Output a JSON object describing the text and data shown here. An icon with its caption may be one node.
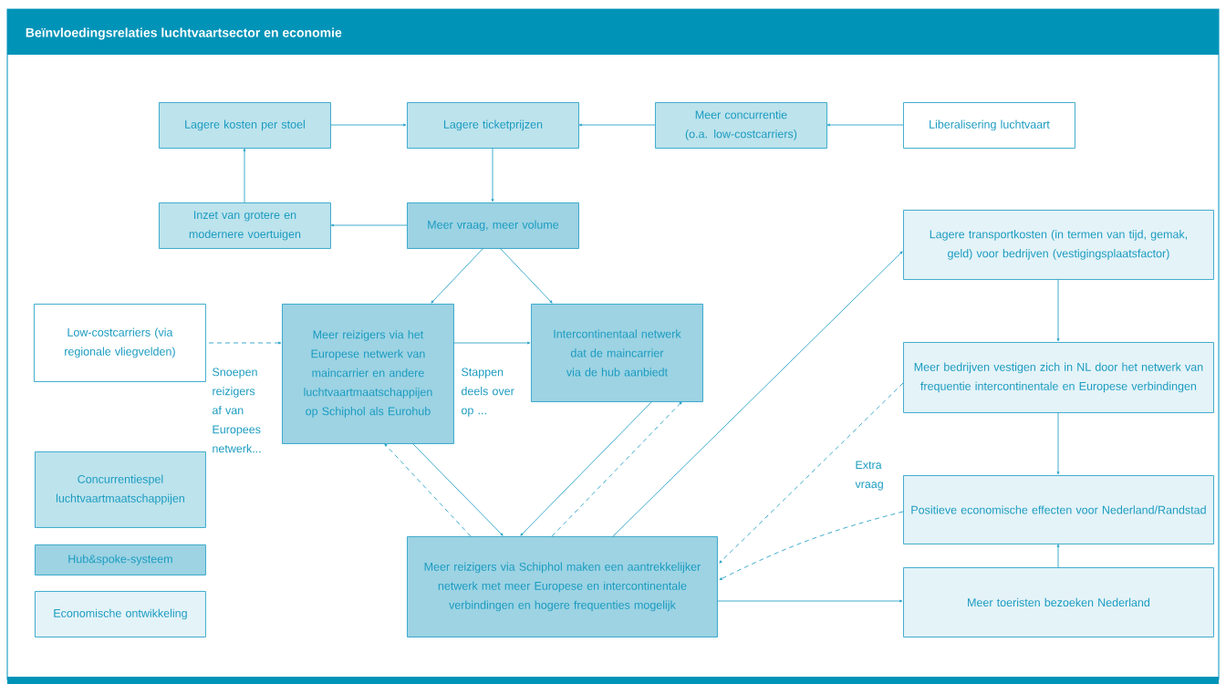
{
  "diagram": {
    "title": "Beïnvloedingsrelaties luchtvaartsector en economie",
    "nodes": [
      {
        "text": [
          "Lagere kosten per stoel"
        ]
      },
      {
        "text": [
          "Lagere ticketprijzen"
        ]
      },
      {
        "text": [
          "Meer concurrentie (o.a. low-costcarriers)"
        ]
      },
      {
        "text": [
          "Liberalisering luchtvaart"
        ]
      },
      {
        "text": [
          "Inzet van grotere en modernere voertuigen"
        ]
      },
      {
        "text": [
          "Meer vraag, meer volume"
        ]
      },
      {
        "text": [
          "Low-costcarriers (via regionale vliegvelden)"
        ]
      },
      {
        "text": [
          "Meer reizigers via het Europese netwerk van maincarrier en andere luchtvaartmaatschappijen op Schiphol als Eurohub"
        ]
      },
      {
        "text": [
          "Intercontinentaal netwerk dat de maincarrier via de hub aanbiedt"
        ]
      },
      {
        "text": [
          "Lagere transportkosten (in termen van tijd, gemak, geld) voor bedrijven (vestigingsplaatsfactor)"
        ]
      },
      {
        "text": [
          "Meer bedrijven vestigen zich in NL door het netwerk van frequentie intercontinentale en Europese verbindingen"
        ]
      },
      {
        "text": [
          "Positieve economische effecten voor Nederland/Randstad"
        ]
      },
      {
        "text": [
          "Meer reizigers via Schiphol maken een aantrekkelijker netwerk met meer Europese en intercontinentale verbindingen en hogere frequenties mogelijk"
        ]
      },
      {
        "text": [
          "Meer toeristen bezoeken Nederland"
        ]
      }
    ],
    "edges": [
      {
        "from": 3,
        "to": 2,
        "arrow": "to"
      },
      {
        "from": 2,
        "to": 1,
        "arrow": "to"
      },
      {
        "from": 0,
        "to": 1,
        "arrow": "to"
      },
      {
        "from": 1,
        "to": 5,
        "arrow": "to"
      },
      {
        "from": 5,
        "to": 4,
        "arrow": "to"
      },
      {
        "from": 4,
        "to": 0,
        "arrow": "to"
      },
      {
        "from": 5,
        "to": 7,
        "arrow": "to"
      },
      {
        "from": 5,
        "to": 8,
        "arrow": "to"
      },
      {
        "from": 6,
        "to": 7,
        "arrow": "to",
        "style": "dashed",
        "label": "Snoepen reizigers af van Europees netwerk..."
      },
      {
        "from": 7,
        "to": 8,
        "arrow": "to",
        "label": "Stappen deels over op ..."
      },
      {
        "from": 7,
        "to": 12,
        "arrow": "to"
      },
      {
        "from": 12,
        "to": 7,
        "arrow": "to",
        "style": "dashed"
      },
      {
        "from": 8,
        "to": 12,
        "arrow": "to"
      },
      {
        "from": 12,
        "to": 8,
        "arrow": "to",
        "style": "dashed"
      },
      {
        "from": 12,
        "to": 9,
        "arrow": "to"
      },
      {
        "from": 9,
        "to": 10,
        "arrow": "to"
      },
      {
        "from": 10,
        "to": 11,
        "arrow": "to"
      },
      {
        "from": 13,
        "to": 11,
        "arrow": "to"
      },
      {
        "from": 10,
        "to": 12,
        "arrow": "to",
        "style": "dashed"
      },
      {
        "from": 11,
        "to": 12,
        "arrow": "to",
        "style": "dashed"
      },
      {
        "from": 12,
        "to": 13,
        "arrow": "to"
      }
    ],
    "labels": [
      "Extra vraag"
    ],
    "legend": [
      {
        "text": "Concurrentiespel luchtvaartmaatschappijen",
        "color": "#bde3ec"
      },
      {
        "text": "Hub&spoke-systeem",
        "color": "#9dd3e3"
      },
      {
        "text": "Economische ontwikkeling",
        "color": "#e4f3f8"
      }
    ]
  }
}
